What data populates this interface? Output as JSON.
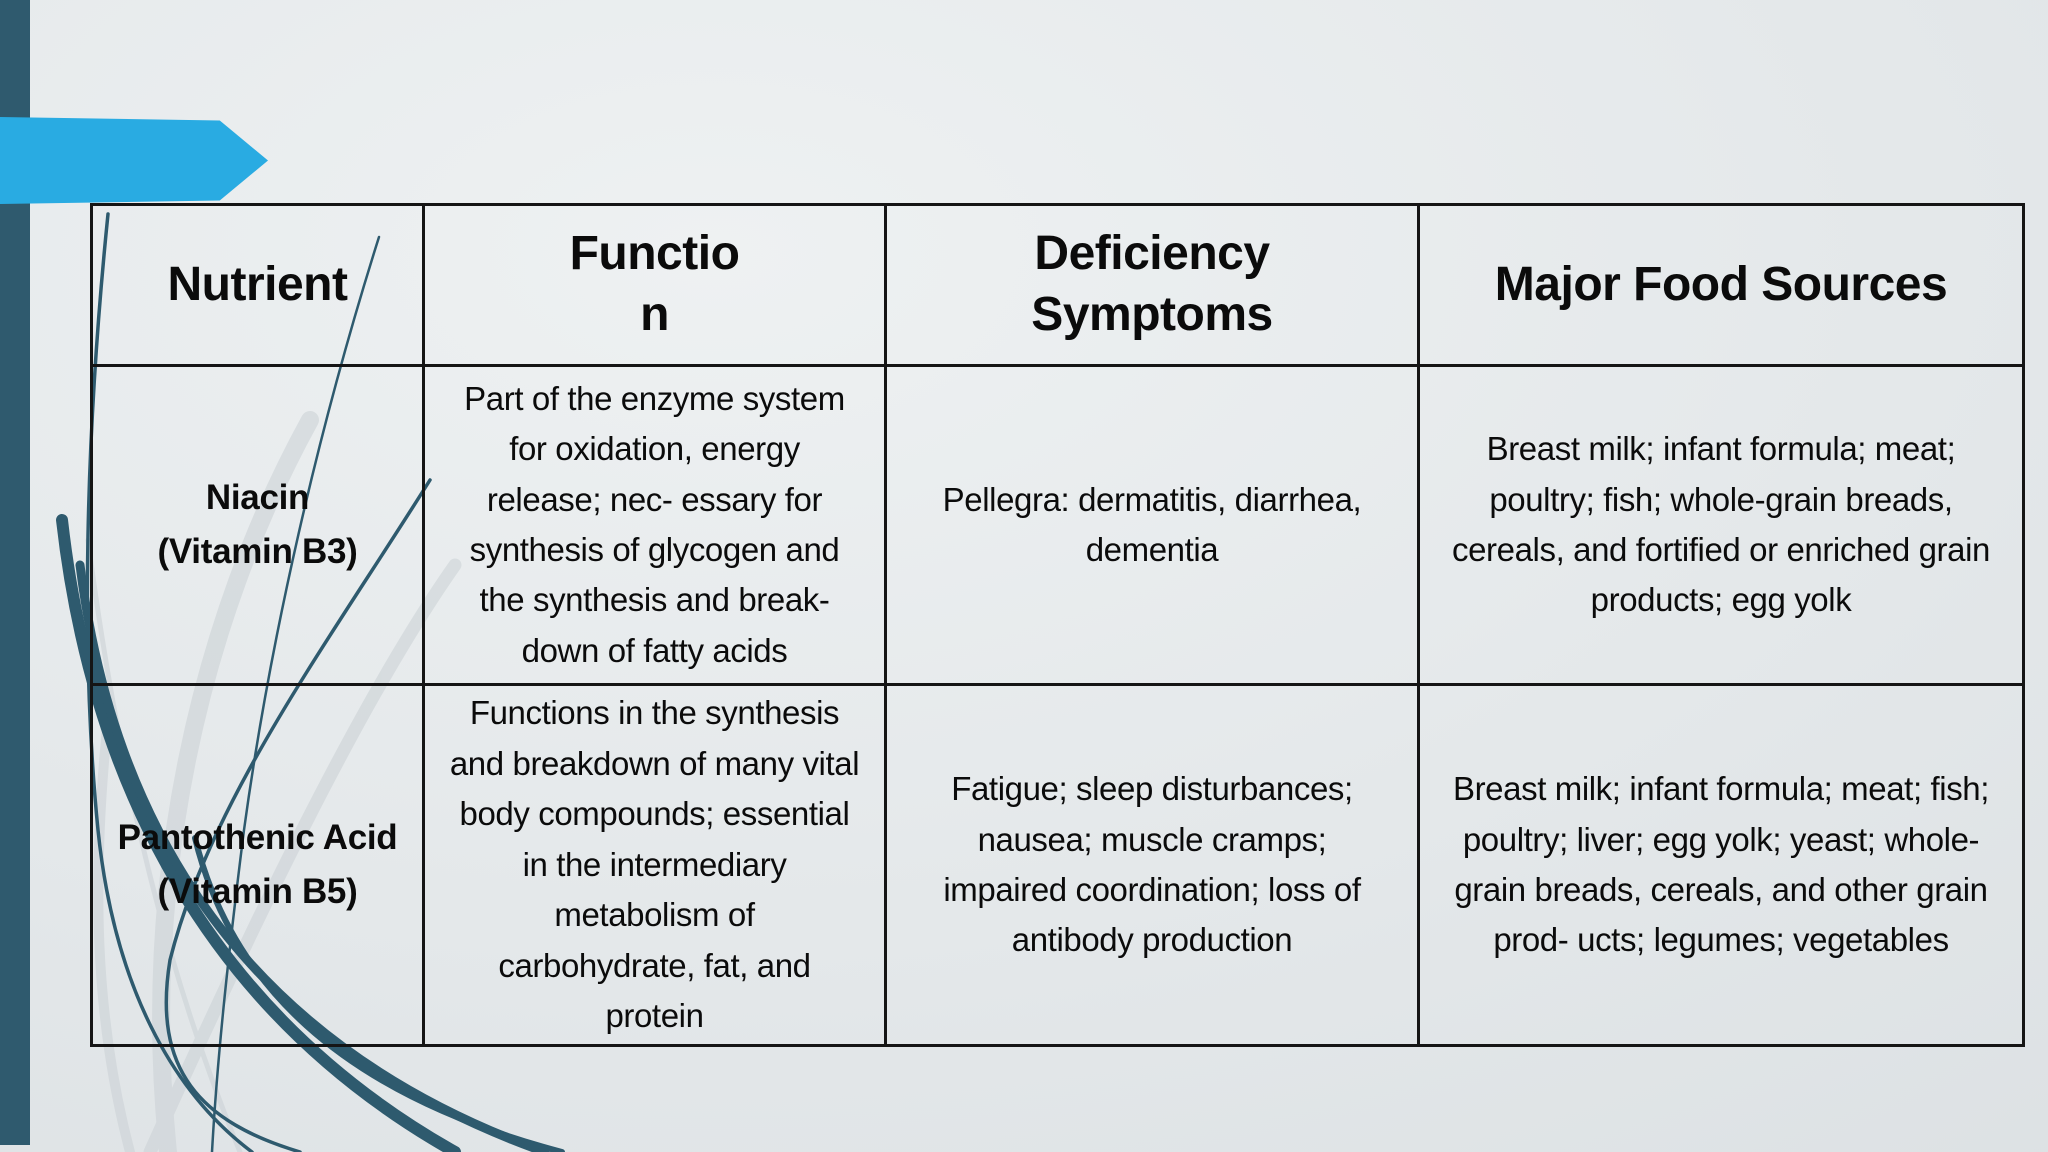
{
  "slide": {
    "colors": {
      "accent_arrow": "#29abe2",
      "sidebar_bar": "#2f5a6e",
      "swoosh_dark": "#2e5a6e",
      "swoosh_light": "#cdd3d7",
      "table_border": "#151515",
      "text": "#0b0b0b",
      "background_light": "#eef1f2",
      "background_dark": "#d8dde0"
    },
    "table": {
      "columns": [
        "Nutrient",
        "Functio\nn",
        "Deficiency\nSymptoms",
        "Major Food Sources"
      ],
      "rows": [
        {
          "nutrient": "Niacin\n(Vitamin B3)",
          "function": "Part of the enzyme system\nfor oxidation, energy\nrelease; nec- essary for\nsynthesis of glycogen and\nthe synthesis and break-\ndown of fatty acids",
          "deficiency": "Pellegra: dermatitis, diarrhea,\ndementia",
          "sources": "Breast milk; infant formula; meat;\npoultry; fish; whole-grain breads,\ncereals, and fortified or enriched grain\nproducts; egg yolk"
        },
        {
          "nutrient": "Pantothenic Acid\n(Vitamin B5)",
          "function": "Functions in the synthesis\nand breakdown of many vital\nbody compounds; essential\nin the intermediary\nmetabolism of\ncarbohydrate, fat, and\nprotein",
          "deficiency": "Fatigue; sleep disturbances;\nnausea; muscle cramps;\nimpaired coordination; loss of\nantibody production",
          "sources": "Breast milk; infant formula; meat; fish;\npoultry; liver; egg yolk; yeast; whole-\ngrain breads, cereals, and other grain\nprod- ucts; legumes; vegetables"
        }
      ]
    }
  }
}
